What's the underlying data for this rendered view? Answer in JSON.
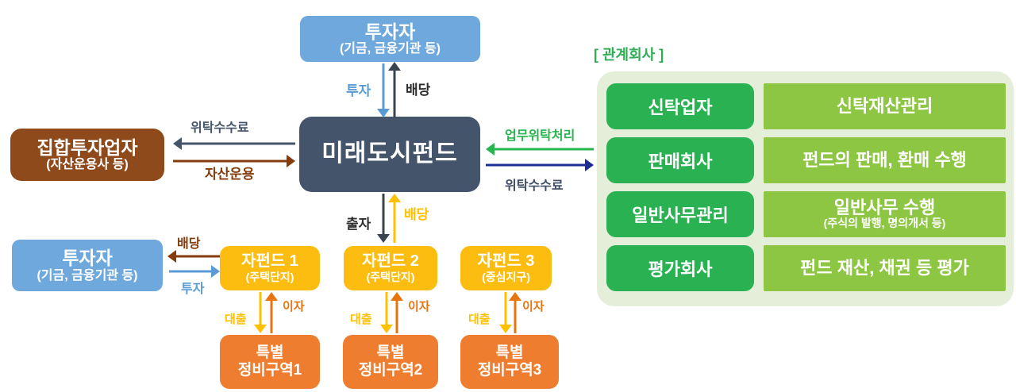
{
  "diagram": {
    "top_investor": {
      "title": "투자자",
      "subtitle": "(기금, 금융기관 등)"
    },
    "fund": {
      "title": "미래도시펀드"
    },
    "manager": {
      "title": "집합투자업자",
      "subtitle": "(자산운용사 등)"
    },
    "left_investor": {
      "title": "투자자",
      "subtitle": "(기금, 금융기관 등)"
    },
    "subfunds": [
      {
        "title": "자펀드 1",
        "subtitle": "(주택단지)"
      },
      {
        "title": "자펀드 2",
        "subtitle": "(주택단지)"
      },
      {
        "title": "자펀드 3",
        "subtitle": "(중심지구)"
      }
    ],
    "zones": [
      {
        "line1": "특별",
        "line2": "정비구역1"
      },
      {
        "line1": "특별",
        "line2": "정비구역2"
      },
      {
        "line1": "특별",
        "line2": "정비구역3"
      }
    ],
    "labels": {
      "invest_top": "투자",
      "dividend_top": "배당",
      "fee_left": "위탁수수료",
      "asset_mgmt": "자산운용",
      "delegate": "업무위탁처리",
      "fee_right": "위탁수수료",
      "contribute": "출자",
      "dividend_mid": "배당",
      "dividend_left": "배당",
      "invest_left": "투자",
      "loan": "대출",
      "interest": "이자"
    },
    "related": {
      "header": "[ 관계회사 ]",
      "rows": [
        {
          "label": "신탁업자",
          "desc": "신탁재산관리",
          "desc2": ""
        },
        {
          "label": "판매회사",
          "desc": "펀드의 판매, 환매 수행",
          "desc2": ""
        },
        {
          "label": "일반사무관리",
          "desc": "일반사무 수행",
          "desc2": "(주식의 발행, 명의개서 등)"
        },
        {
          "label": "평가회사",
          "desc": "펀드 재산, 채권 등 평가",
          "desc2": ""
        }
      ]
    },
    "colors": {
      "investor_blue": "#6fa8dc",
      "fund_dark": "#44546a",
      "manager_brown": "#8f4a1c",
      "subfund_yellow": "#fcbd10",
      "zone_orange": "#ee7d2f",
      "related_green_dark": "#29b152",
      "related_green_light": "#8dc642",
      "panel_bg": "#e4eed9",
      "arrow_blue": "#5b9bd5",
      "arrow_dark": "#3a4450",
      "arrow_slate": "#44546a",
      "arrow_brown": "#843c0c",
      "arrow_green": "#27b64e",
      "arrow_navy": "#1c2f92",
      "arrow_yellow": "#ffc000",
      "arrow_orange": "#e8740e"
    }
  }
}
